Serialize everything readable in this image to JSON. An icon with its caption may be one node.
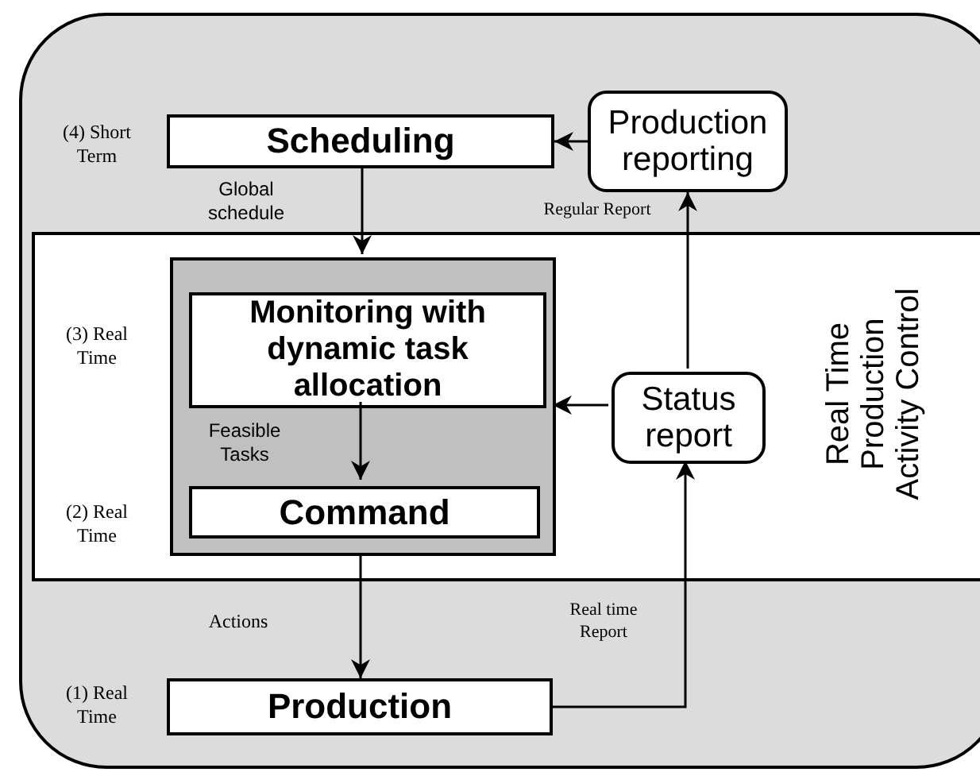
{
  "diagram": {
    "nodes": [
      {
        "text": [
          "Scheduling"
        ]
      },
      {
        "text": [
          "Production reporting"
        ]
      },
      {
        "text": [
          "Real Time Production Activity Control"
        ]
      },
      {
        "text": [],
        "shape": "box",
        "in": 2
      },
      {
        "text": [
          "Monitoring with dynamic task allocation"
        ],
        "in": 3
      },
      {
        "text": [
          "Command"
        ],
        "in": 3
      },
      {
        "text": [
          "Status report"
        ],
        "in": 2
      },
      {
        "text": [
          "Production"
        ]
      }
    ],
    "edges": [
      {
        "from": 0,
        "to": 3,
        "arrow": "to",
        "label": "Global schedule"
      },
      {
        "from": 1,
        "to": 0,
        "arrow": "to"
      },
      {
        "from": 6,
        "to": 1,
        "arrow": "to",
        "label": "Regular Report"
      },
      {
        "from": 4,
        "to": 5,
        "arrow": "to",
        "label": "Feasible Tasks"
      },
      {
        "from": 6,
        "to": 3,
        "arrow": "to"
      },
      {
        "from": 3,
        "to": 7,
        "arrow": "to",
        "label": "Actions"
      },
      {
        "from": 7,
        "to": 6,
        "arrow": "to",
        "label": "Real time Report"
      }
    ],
    "labels": [
      "(4) Short Term",
      "(3) Real Time",
      "(2) Real Time",
      "(1) Real Time"
    ]
  }
}
